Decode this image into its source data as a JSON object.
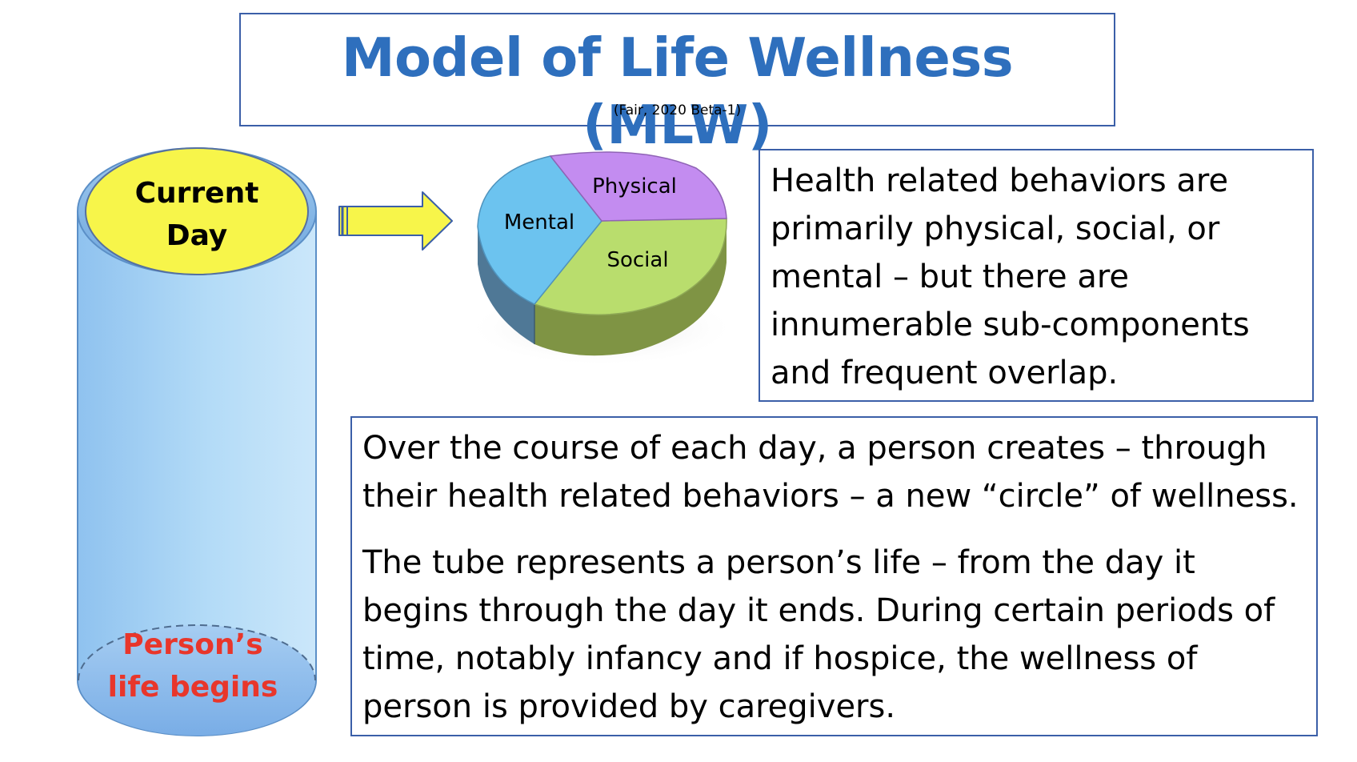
{
  "header": {
    "title": "Model of Life Wellness (MLW)",
    "citation": "(Fair, 2020 Beta-1)"
  },
  "tube": {
    "top_label_line1": "Current",
    "top_label_line2": "Day",
    "bottom_label_line1": "Person’s",
    "bottom_label_line2": "life begins",
    "top_fill": "#f7f54a",
    "tube_fill": "#a9d3f4",
    "bottom_label_color": "#e8362b"
  },
  "arrow": {
    "fill": "#f7f54a",
    "outline": "#3b5fa8"
  },
  "pie": {
    "segments": [
      {
        "label": "Physical",
        "color": "#c38cf0"
      },
      {
        "label": "Mental",
        "color": "#6cc3ef"
      },
      {
        "label": "Social",
        "color": "#b9dd6d"
      }
    ]
  },
  "box_health": {
    "text": "Health related behaviors are primarily physical, social, or mental – but there are innumerable sub-components and frequent overlap."
  },
  "box_tube": {
    "paragraph1": "Over the course of each day, a person creates – through their health related behaviors – a new “circle” of wellness.",
    "paragraph2": "The tube represents a person’s life – from the day it begins through the day it ends. During certain periods of time, notably infancy and if hospice, the wellness of person is provided by caregivers."
  },
  "colors": {
    "title": "#2e6fbd",
    "border": "#3b5fa8"
  }
}
